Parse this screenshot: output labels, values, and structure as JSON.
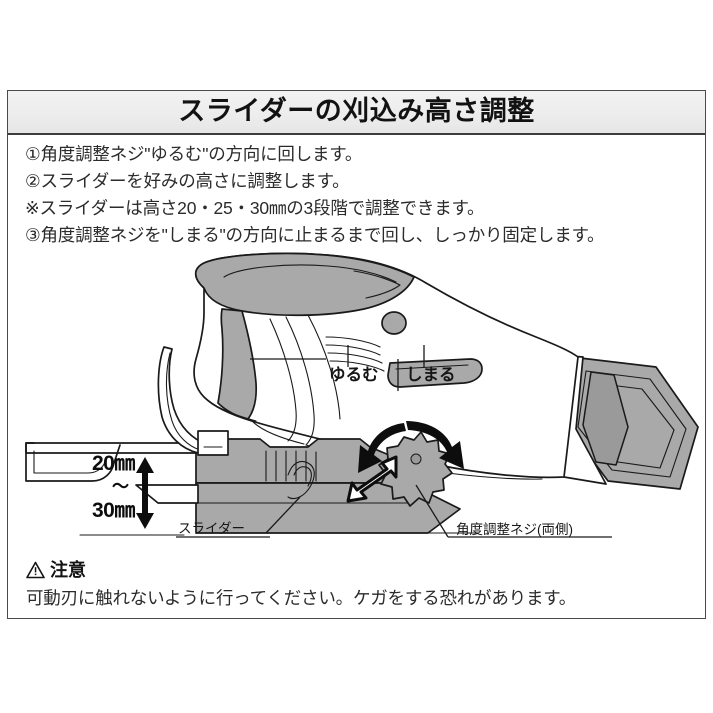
{
  "document": {
    "type": "instruction-manual-figure",
    "language": "ja"
  },
  "panel": {
    "title": "スライダーの刈込み高さ調整"
  },
  "steps": [
    "①角度調整ネジ\"ゆるむ\"の方向に回します。",
    "②スライダーを好みの高さに調整します。",
    "※スライダーは高さ20・25・30㎜の3段階で調整できます。",
    "③角度調整ネジを\"しまる\"の方向に止まるまで回し、しっかり固定します。"
  ],
  "diagram": {
    "labels": {
      "loosen": "ゆるむ",
      "tighten": "しまる",
      "slider": "スライダー",
      "screw": "角度調整ネジ(両側)"
    },
    "dimension": {
      "upper": "20㎜",
      "separator": "〜",
      "lower": "30㎜"
    },
    "icons": {
      "rotate_ccw": "rotate-counterclockwise-arrow",
      "rotate_cw": "rotate-clockwise-arrow",
      "slide": "double-headed-slide-arrow",
      "height": "double-headed-height-arrow"
    },
    "colors": {
      "outline": "#1a1a1a",
      "body_fill": "#ffffff",
      "shade_fill": "#a9a9a9",
      "dark_fill": "#8a8a8a"
    }
  },
  "caution": {
    "icon": "warning-triangle-icon",
    "title": "注意",
    "body": "可動刃に触れないように行ってください。ケガをする恐れがあります。"
  }
}
